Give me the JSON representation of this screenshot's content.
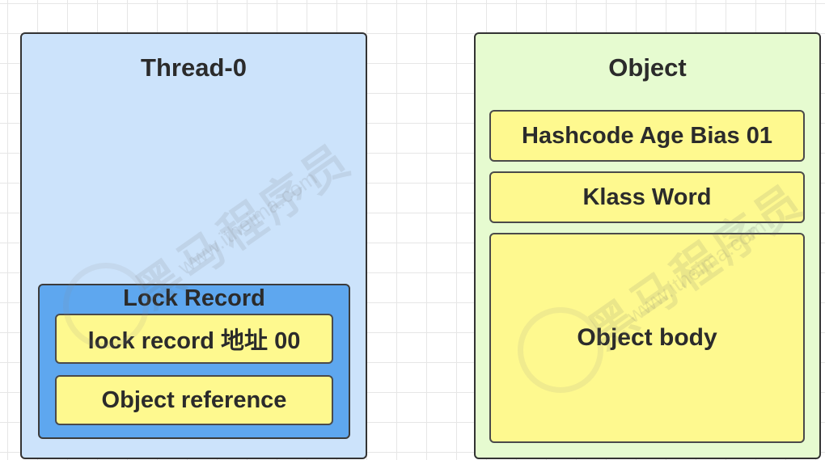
{
  "thread": {
    "title": "Thread-0",
    "lock_record": {
      "title": "Lock Record",
      "address": "lock  record 地址 00",
      "object_reference": "Object reference"
    }
  },
  "object": {
    "title": "Object",
    "mark_word": "Hashcode Age Bias 01",
    "klass_word": "Klass Word",
    "body": "Object body"
  },
  "watermark": {
    "text": "黑马程序员",
    "url": "www.itheima.com"
  },
  "colors": {
    "thread_fill": "#cce3fb",
    "lock_record_fill": "#5ea7ef",
    "object_fill": "#e6fbd0",
    "cell_fill": "#fef98f",
    "border": "#333333"
  }
}
